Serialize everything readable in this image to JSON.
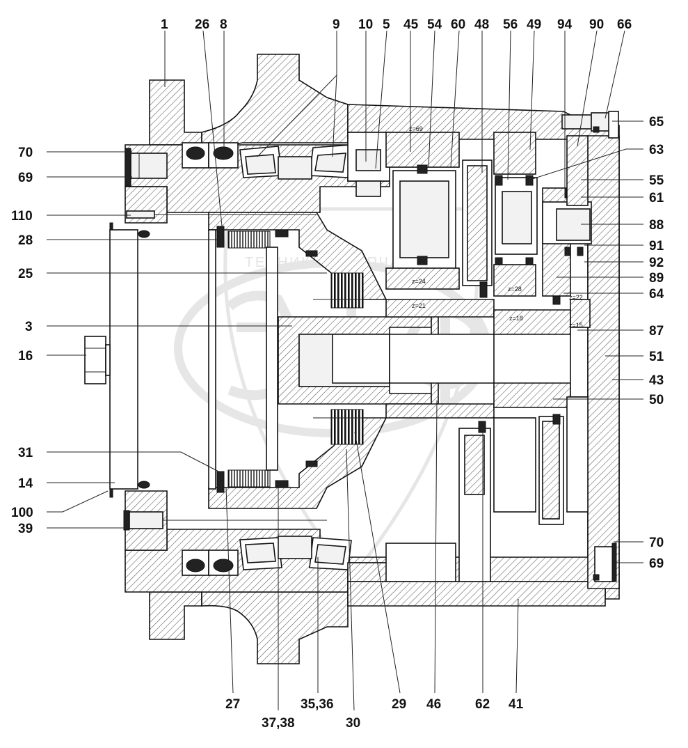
{
  "labels_top": [
    {
      "id": "lbl-1",
      "text": "1"
    },
    {
      "id": "lbl-26",
      "text": "26"
    },
    {
      "id": "lbl-8",
      "text": "8"
    },
    {
      "id": "lbl-9",
      "text": "9"
    },
    {
      "id": "lbl-10",
      "text": "10"
    },
    {
      "id": "lbl-5",
      "text": "5"
    },
    {
      "id": "lbl-45",
      "text": "45"
    },
    {
      "id": "lbl-54",
      "text": "54"
    },
    {
      "id": "lbl-60",
      "text": "60"
    },
    {
      "id": "lbl-48",
      "text": "48"
    },
    {
      "id": "lbl-56",
      "text": "56"
    },
    {
      "id": "lbl-49",
      "text": "49"
    },
    {
      "id": "lbl-94",
      "text": "94"
    },
    {
      "id": "lbl-90",
      "text": "90"
    },
    {
      "id": "lbl-66",
      "text": "66"
    }
  ],
  "labels_left": [
    {
      "id": "lbl-70a",
      "text": "70"
    },
    {
      "id": "lbl-69a",
      "text": "69"
    },
    {
      "id": "lbl-110",
      "text": "110"
    },
    {
      "id": "lbl-28",
      "text": "28"
    },
    {
      "id": "lbl-25",
      "text": "25"
    },
    {
      "id": "lbl-3",
      "text": "3"
    },
    {
      "id": "lbl-16",
      "text": "16"
    },
    {
      "id": "lbl-31",
      "text": "31"
    },
    {
      "id": "lbl-14",
      "text": "14"
    },
    {
      "id": "lbl-100",
      "text": "100"
    },
    {
      "id": "lbl-39",
      "text": "39"
    }
  ],
  "labels_right": [
    {
      "id": "lbl-65",
      "text": "65"
    },
    {
      "id": "lbl-63",
      "text": "63"
    },
    {
      "id": "lbl-55",
      "text": "55"
    },
    {
      "id": "lbl-61",
      "text": "61"
    },
    {
      "id": "lbl-88",
      "text": "88"
    },
    {
      "id": "lbl-91",
      "text": "91"
    },
    {
      "id": "lbl-92",
      "text": "92"
    },
    {
      "id": "lbl-89",
      "text": "89"
    },
    {
      "id": "lbl-64",
      "text": "64"
    },
    {
      "id": "lbl-87",
      "text": "87"
    },
    {
      "id": "lbl-51",
      "text": "51"
    },
    {
      "id": "lbl-43",
      "text": "43"
    },
    {
      "id": "lbl-50",
      "text": "50"
    },
    {
      "id": "lbl-70b",
      "text": "70"
    },
    {
      "id": "lbl-69b",
      "text": "69"
    }
  ],
  "labels_bottom": [
    {
      "id": "lbl-27",
      "text": "27"
    },
    {
      "id": "lbl-3738",
      "text": "37,38"
    },
    {
      "id": "lbl-3536",
      "text": "35,36"
    },
    {
      "id": "lbl-30",
      "text": "30"
    },
    {
      "id": "lbl-29",
      "text": "29"
    },
    {
      "id": "lbl-46",
      "text": "46"
    },
    {
      "id": "lbl-62",
      "text": "62"
    },
    {
      "id": "lbl-41",
      "text": "41"
    }
  ],
  "gear_marks": {
    "z69": "z=69",
    "z24": "z=24",
    "z21": "z=21",
    "z28": "z=28",
    "z18": "z=18",
    "z22": "z=22",
    "z15": "z=15"
  },
  "watermark": {
    "text": "ТЕХНИКА И ЗАПЧАСТИ"
  }
}
